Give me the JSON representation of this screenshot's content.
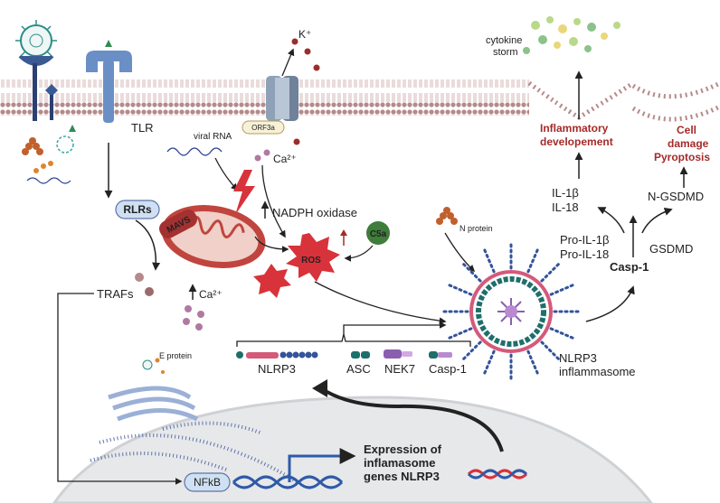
{
  "labels": {
    "tlr": "TLR",
    "k_ion": "K⁺",
    "orf3a": "ORF3a",
    "viral_rna": "viral RNA",
    "ca_top": "Ca²⁺",
    "cytokine_storm_1": "cytokine",
    "cytokine_storm_2": "storm",
    "inflammatory_1": "Inflammatory",
    "inflammatory_2": "developement",
    "cell_damage_1": "Cell",
    "cell_damage_2": "damage",
    "pyroptosis": "Pyroptosis",
    "rlrs": "RLRs",
    "mavs": "MAVS",
    "nadph": "NADPH oxidase",
    "c5a": "C5a",
    "ros": "ROS",
    "n_protein": "N protein",
    "il1b": "IL-1β",
    "il18": "IL-18",
    "n_gsdmd": "N-GSDMD",
    "pro_il1b": "Pro-IL-1β",
    "pro_il18": "Pro-IL-18",
    "gsdmd": "GSDMD",
    "casp1_bold": "Casp-1",
    "trafs": "TRAFs",
    "ca_mid": "Ca²⁺",
    "e_protein": "E protein",
    "nlrp3": "NLRP3",
    "asc": "ASC",
    "nek7": "NEK7",
    "casp1": "Casp-1",
    "nlrp3_inflam_1": "NLRP3",
    "nlrp3_inflam_2": "inflammasome",
    "nfkb": "NFkB",
    "expression_1": "Expression of",
    "expression_2": "inflamasome",
    "expression_3": "genes NLRP3"
  },
  "colors": {
    "membrane": "#c9a7a7",
    "membrane_head": "#b58a8a",
    "arrow": "#222222",
    "accent_red": "#a52a2a",
    "ros_red": "#d8323a",
    "mito": "#c0453e",
    "nucleus": "#e7e8ea",
    "er_blue": "#5d73a8",
    "teal": "#1e6f6a",
    "dna_blue": "#2f5aa8",
    "rlrs_blue": "#cfe0f2",
    "c5a_green": "#3f7d3a"
  }
}
